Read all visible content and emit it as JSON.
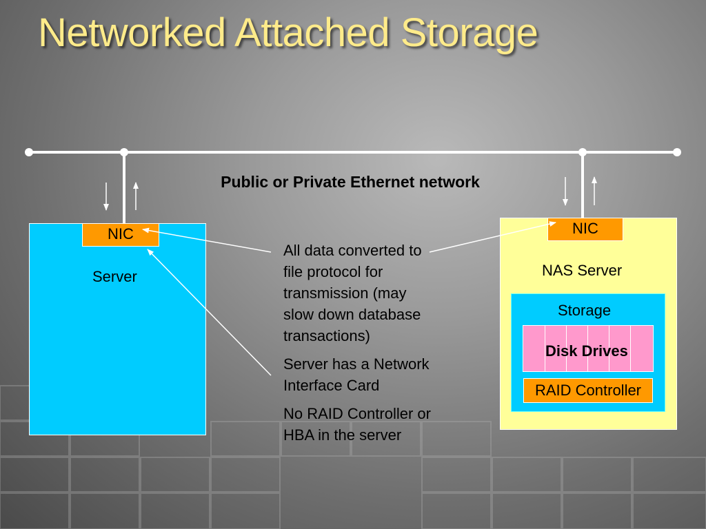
{
  "slide": {
    "title": "Networked Attached Storage"
  },
  "network": {
    "label": "Public or Private Ethernet network"
  },
  "server": {
    "label": "Server",
    "nic_label": "NIC"
  },
  "nas": {
    "label": "NAS Server",
    "nic_label": "NIC",
    "storage_label": "Storage",
    "disk_label": "Disk Drives",
    "raid_label": "RAID Controller"
  },
  "notes": [
    "All data converted to file protocol for transmission (may slow down database transactions)",
    "Server has a Network Interface Card",
    "No RAID Controller or HBA in the server"
  ],
  "colors": {
    "title": "#ffeb8a",
    "server_fill": "#00ccff",
    "nas_fill": "#ffff99",
    "nic_fill": "#ff9900",
    "disk_fill": "#ff99cc",
    "network_line": "#ffffff"
  }
}
